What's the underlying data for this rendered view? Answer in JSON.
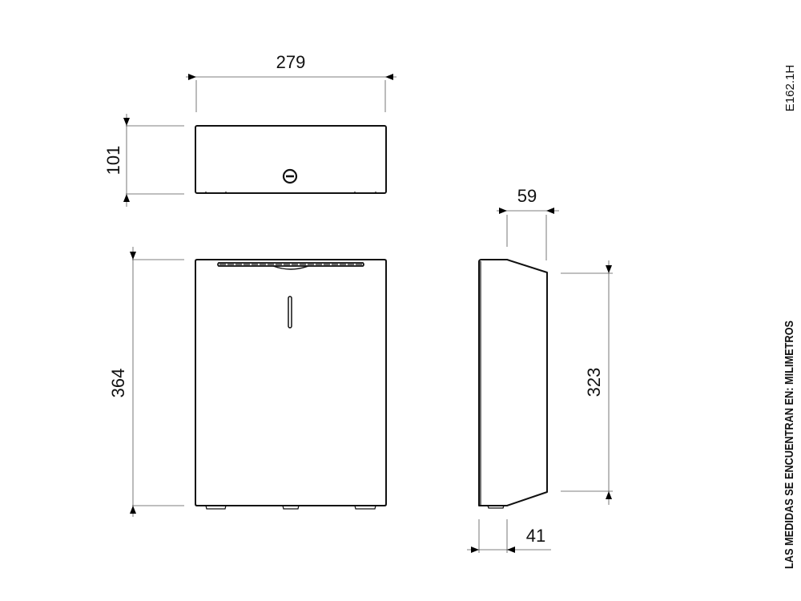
{
  "drawing": {
    "code": "E162.1H",
    "units_note": "LAS MEDIDAS SE ENCUENTRAN EN: MILIMETROS",
    "views": {
      "top": {
        "label": "top-view",
        "width_dim": "279",
        "depth_dim": "101",
        "icon": "lock-keyhole-icon"
      },
      "front": {
        "label": "front-view",
        "height_dim": "364",
        "icon": "viewing-window-slot"
      },
      "side": {
        "label": "side-view",
        "top_depth_dim": "59",
        "bottom_depth_dim": "41",
        "front_height_dim": "323"
      }
    },
    "colors": {
      "line": "#111111",
      "dimension_line": "#555555",
      "background": "#ffffff"
    }
  }
}
